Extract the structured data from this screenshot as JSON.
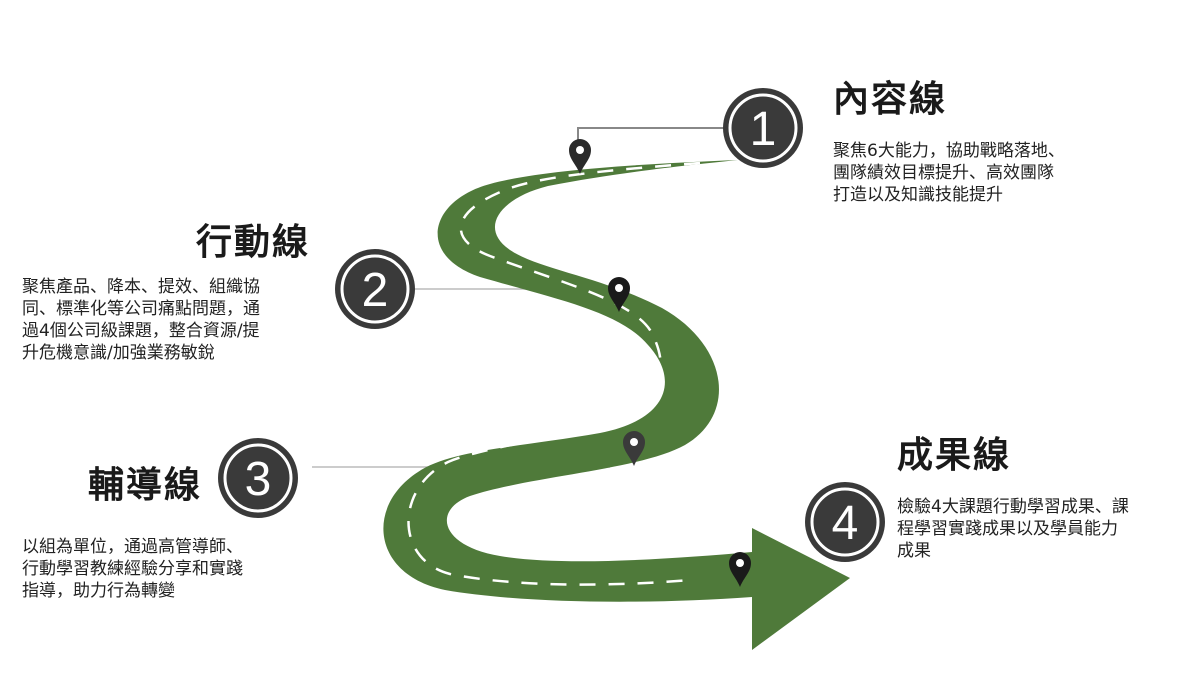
{
  "stages": [
    {
      "number": "1",
      "title": "內容線",
      "lines": [
        "聚焦6大能力，協助戰略落地、",
        "團隊績效目標提升、高效團隊",
        "打造以及知識技能提升"
      ]
    },
    {
      "number": "2",
      "title": "行動線",
      "lines": [
        "聚焦產品、降本、提效、組織協",
        "同、標準化等公司痛點問題，通",
        "過4個公司級課題，整合資源/提",
        "升危機意識/加強業務敏銳"
      ]
    },
    {
      "number": "3",
      "title": "輔導線",
      "lines": [
        "以組為單位，通過高管導師、",
        "行動學習教練經驗分享和實踐",
        "指導，助力行為轉變"
      ]
    },
    {
      "number": "4",
      "title": "成果線",
      "lines": [
        "檢驗4大課題行動學習成果、課",
        "程學習實踐成果以及學員能力",
        "成果"
      ]
    }
  ],
  "colors": {
    "road": "#4f7a3a",
    "road_dash": "#ffffff",
    "badge": "#3a3a3a",
    "badge_ring": "#ffffff",
    "badge_outer": "#3a3a3a",
    "connector": "#888888",
    "pin": "#2a2a2a"
  }
}
